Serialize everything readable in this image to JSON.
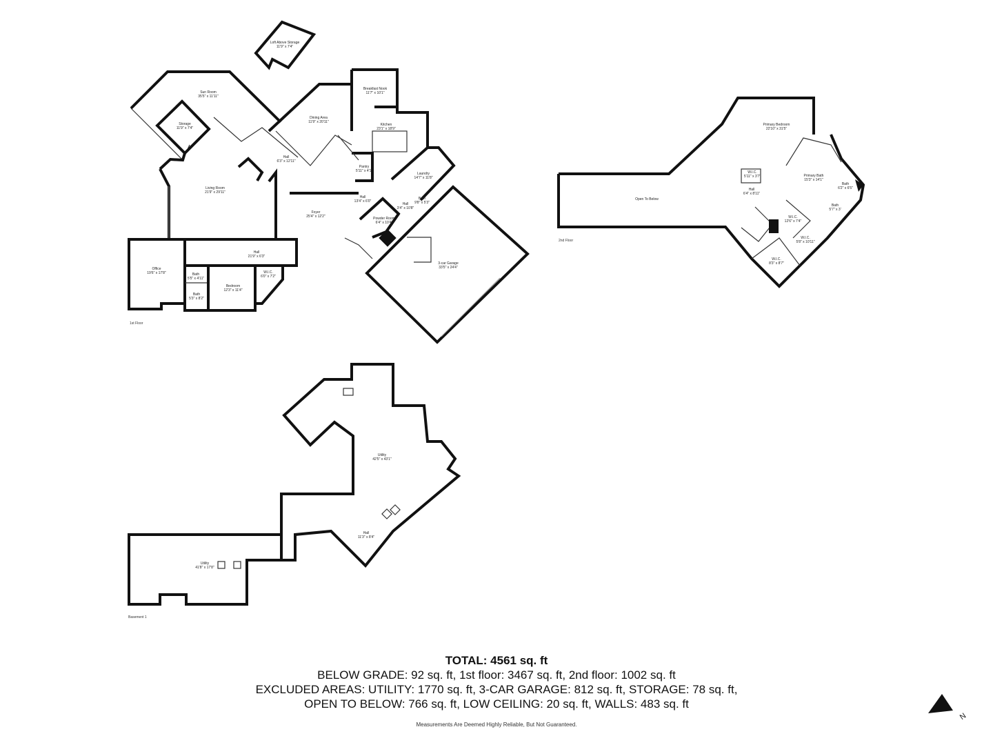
{
  "floors": [
    {
      "name": "1st Floor",
      "rooms": [
        {
          "id": "loft",
          "name": "Loft Above Storage",
          "dims": "11'9\" x 7'4\""
        },
        {
          "id": "sun",
          "name": "Sun Room",
          "dims": "35'5\" x 11'11\""
        },
        {
          "id": "storage",
          "name": "Storage",
          "dims": "11'9\" x 7'4\""
        },
        {
          "id": "breakfast",
          "name": "Breakfast Nook",
          "dims": "11'7\" x 10'1\""
        },
        {
          "id": "dining",
          "name": "Dining Area",
          "dims": "11'9\" x 20'11\""
        },
        {
          "id": "kitchen",
          "name": "Kitchen",
          "dims": "23'1\" x 18'9\""
        },
        {
          "id": "hall1",
          "name": "Hall",
          "dims": "6'3\" x 12'11\""
        },
        {
          "id": "pantry",
          "name": "Pantry",
          "dims": "5'11\" x 4'1\""
        },
        {
          "id": "laundry",
          "name": "Laundry",
          "dims": "14'7\" x 11'8\""
        },
        {
          "id": "living",
          "name": "Living Room",
          "dims": "21'9\" x 29'11\""
        },
        {
          "id": "hall2",
          "name": "Hall",
          "dims": "13'4\" x 6'0\""
        },
        {
          "id": "hall3",
          "name": "Hall",
          "dims": "3'4\" x 10'8\""
        },
        {
          "id": "bath1",
          "name": "Bath",
          "dims": "9'8\" x 5'3\""
        },
        {
          "id": "foyer",
          "name": "Foyer",
          "dims": "25'4\" x 12'2\""
        },
        {
          "id": "powder",
          "name": "Powder Room",
          "dims": "6'4\" x 10'4\""
        },
        {
          "id": "hall4",
          "name": "Hall",
          "dims": "21'9\" x 6'3\""
        },
        {
          "id": "garage",
          "name": "3-car Garage",
          "dims": "33'5\" x 24'4\""
        },
        {
          "id": "office",
          "name": "Office",
          "dims": "19'6\" x 17'8\""
        },
        {
          "id": "bath2",
          "name": "Bath",
          "dims": "5'5\" x 4'11\""
        },
        {
          "id": "bath3",
          "name": "Bath",
          "dims": "5'3\" x 8'2\""
        },
        {
          "id": "bedroom",
          "name": "Bedroom",
          "dims": "12'3\" x 11'4\""
        },
        {
          "id": "wic1",
          "name": "W.I.C.",
          "dims": "6'0\" x 7'2\""
        }
      ]
    },
    {
      "name": "2nd Floor",
      "rooms": [
        {
          "id": "otb",
          "name": "Open To Below",
          "dims": ""
        },
        {
          "id": "primary",
          "name": "Primary Bedroom",
          "dims": "22'10\" x 31'5\""
        },
        {
          "id": "wic2",
          "name": "W.I.C.",
          "dims": "5'11\" x 3'7\""
        },
        {
          "id": "pbath",
          "name": "Primary Bath",
          "dims": "15'3\" x 14'1\""
        },
        {
          "id": "bath4",
          "name": "Bath",
          "dims": "6'2\" x 6'5\""
        },
        {
          "id": "hall5",
          "name": "Hall",
          "dims": "6'4\" x 8'11\""
        },
        {
          "id": "bath5",
          "name": "Bath",
          "dims": "5'7\" x 3'"
        },
        {
          "id": "wic3",
          "name": "W.I.C.",
          "dims": "12'6\" x 7'4\""
        },
        {
          "id": "wic4",
          "name": "W.I.C.",
          "dims": "5'8\" x 10'11\""
        },
        {
          "id": "wic5",
          "name": "W.I.C.",
          "dims": "8'3\" x 8'7\""
        }
      ]
    },
    {
      "name": "Basement 1",
      "rooms": [
        {
          "id": "util1",
          "name": "Utility",
          "dims": "42'5\" x 43'1\""
        },
        {
          "id": "hall6",
          "name": "Hall",
          "dims": "11'3\" x 8'4\""
        },
        {
          "id": "util2",
          "name": "Utility",
          "dims": "41'8\" x 17'8\""
        }
      ]
    }
  ],
  "summary": {
    "total": "TOTAL: 4561 sq. ft",
    "line1": "BELOW GRADE: 92 sq. ft, 1st floor: 3467 sq. ft, 2nd floor: 1002 sq. ft",
    "line2": "EXCLUDED AREAS: UTILITY: 1770 sq. ft, 3-CAR GARAGE: 812 sq. ft, STORAGE: 78 sq. ft,",
    "line3": "OPEN TO BELOW: 766 sq. ft, LOW CEILING: 20 sq. ft, WALLS: 483 sq. ft",
    "disclaimer": "Measurements Are Deemed Highly Reliable, But Not Guaranteed."
  },
  "compass": {
    "label": "N",
    "icon": "north-arrow-icon"
  }
}
